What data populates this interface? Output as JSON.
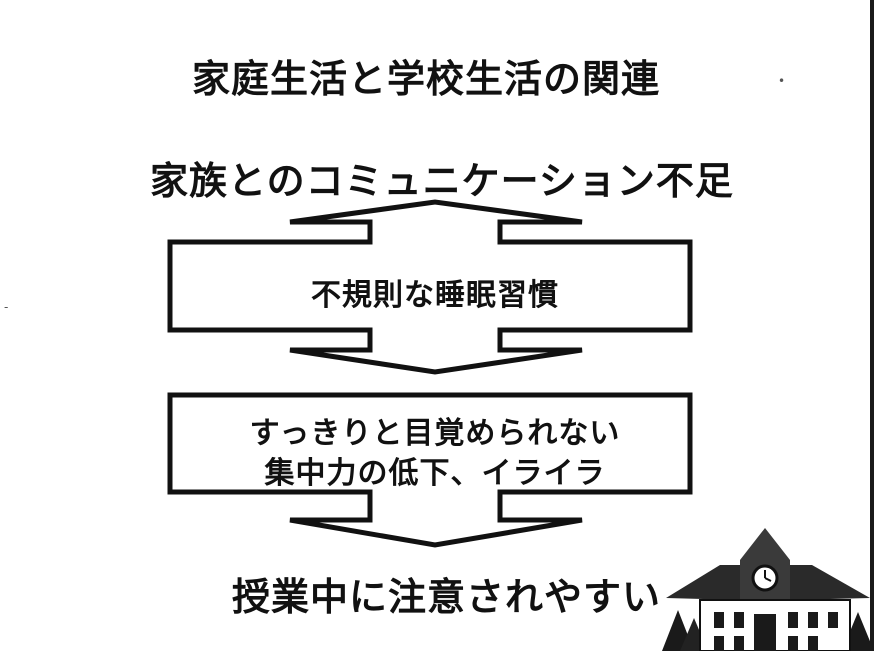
{
  "title": "家庭生活と学校生活の関連",
  "top_cause": "家族とのコミュニケーション不足",
  "box1": {
    "label": "不規則な睡眠習慣"
  },
  "box2": {
    "line1": "すっきりと目覚められない",
    "line2": "集中力の低下、イライラ"
  },
  "final_result": "授業中に注意されやすい",
  "colors": {
    "ink": "#111111",
    "background": "#ffffff"
  },
  "icons": {
    "school_building": "school-building-clock-icon"
  }
}
